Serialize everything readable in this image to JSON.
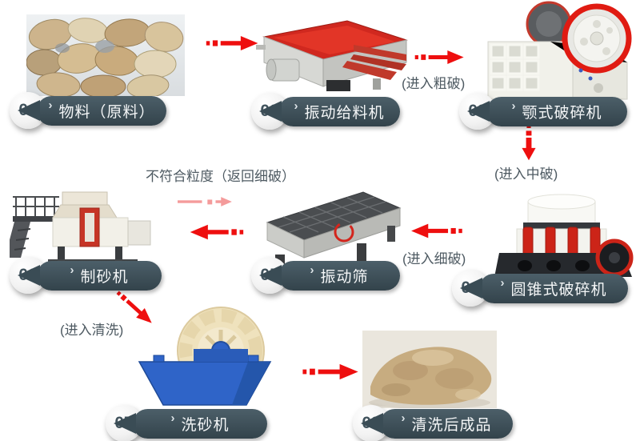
{
  "steps": [
    {
      "num": "01",
      "label": "物料（原料）"
    },
    {
      "num": "02",
      "label": "振动给料机"
    },
    {
      "num": "03",
      "label": "颚式破碎机"
    },
    {
      "num": "04",
      "label": "圆锥式破碎机"
    },
    {
      "num": "05",
      "label": "振动筛"
    },
    {
      "num": "06",
      "label": "制砂机"
    },
    {
      "num": "07",
      "label": "洗砂机"
    },
    {
      "num": "08",
      "label": "清洗后成品"
    }
  ],
  "annotations": {
    "to_coarse": "(进入粗破)",
    "to_medium": "(进入中破)",
    "to_fine": "(进入细破)",
    "return_fine": "不符合粒度（返回细破）",
    "to_wash": "(进入清洗)"
  },
  "icons": {
    "chevron_glyph": "›"
  },
  "colors": {
    "pill_dark": "#3c4e58",
    "arrow_red": "#ee0f0f",
    "arrow_pink": "#f49b9b",
    "annotation_text": "#4e5a62"
  }
}
